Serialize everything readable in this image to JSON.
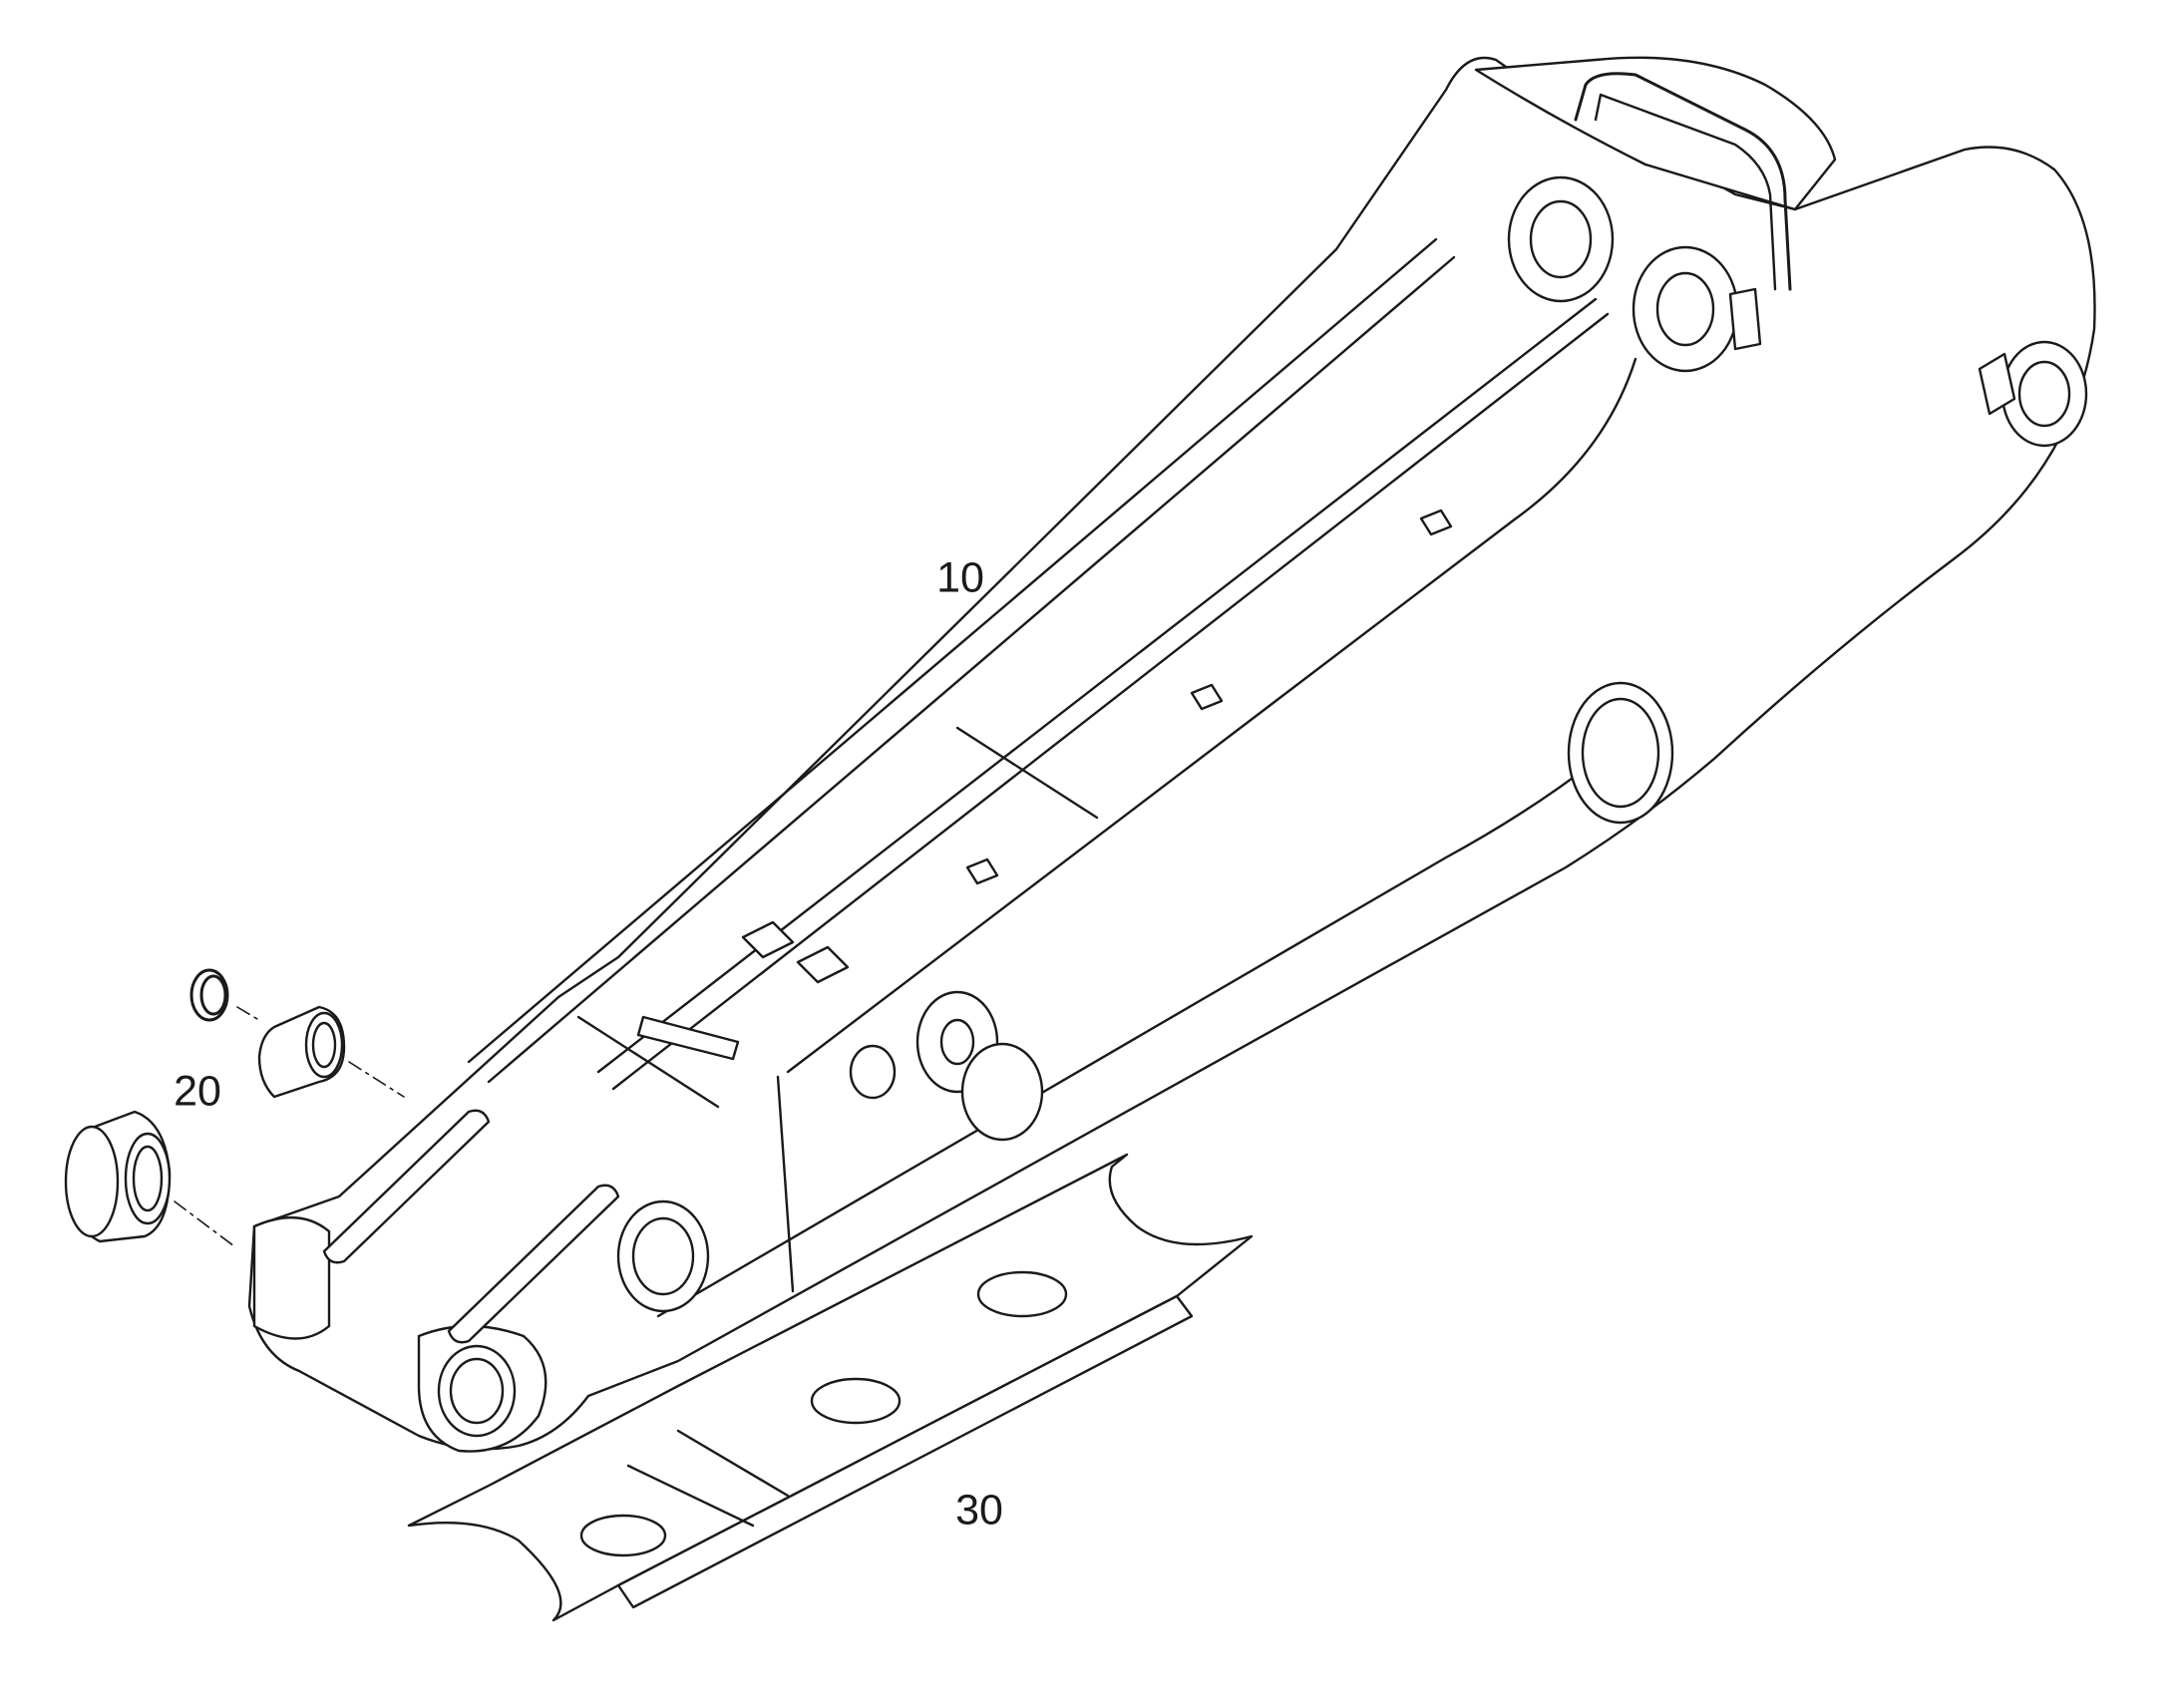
{
  "diagram": {
    "callouts": [
      {
        "id": "10",
        "label": "10"
      },
      {
        "id": "20",
        "label": "20"
      },
      {
        "id": "30",
        "label": "30"
      }
    ]
  },
  "colors": {
    "line": "#1a1a1a",
    "background": "#ffffff",
    "fill": "#ffffff"
  }
}
